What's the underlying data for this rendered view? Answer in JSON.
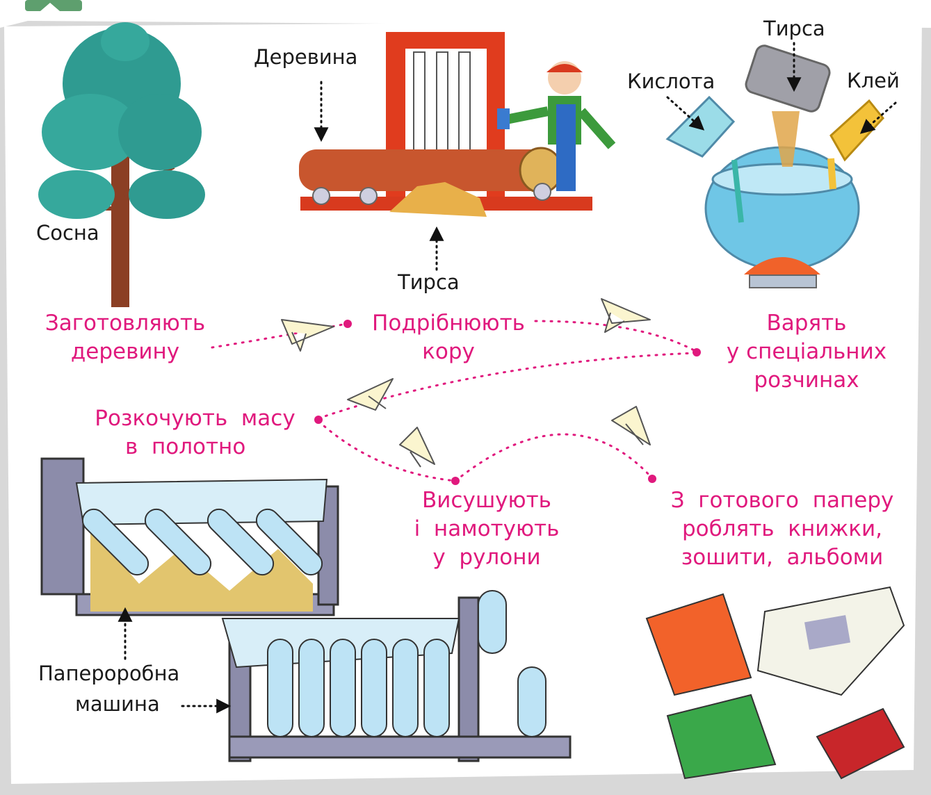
{
  "labels": {
    "pine": "Сосна",
    "timber": "Деревина",
    "sawdust_1": "Тирса",
    "sawdust_2": "Тирса",
    "acid": "Кислота",
    "glue": "Клей",
    "machine_line1": "Папероробна",
    "machine_line2": "машина"
  },
  "steps": [
    {
      "id": "harvest",
      "lines": [
        "Заготовляють",
        "деревину"
      ]
    },
    {
      "id": "chop",
      "lines": [
        "Подрібнюють",
        "кору"
      ]
    },
    {
      "id": "boil",
      "lines": [
        "Варять",
        "у спеціальних",
        "розчинах"
      ]
    },
    {
      "id": "roll",
      "lines": [
        "Розкочують  масу",
        "в  полотно"
      ]
    },
    {
      "id": "dry",
      "lines": [
        "Висушують",
        "і  намотують",
        "у  рулони"
      ]
    },
    {
      "id": "make",
      "lines": [
        "З  готового  паперу",
        "роблять  книжки,",
        "зошити,  альбоми"
      ]
    }
  ],
  "colors": {
    "step_text": "#e0197d",
    "label_text": "#1a1a1a",
    "arrow_dots": "#e0197d",
    "pointer_dots": "#111111"
  }
}
